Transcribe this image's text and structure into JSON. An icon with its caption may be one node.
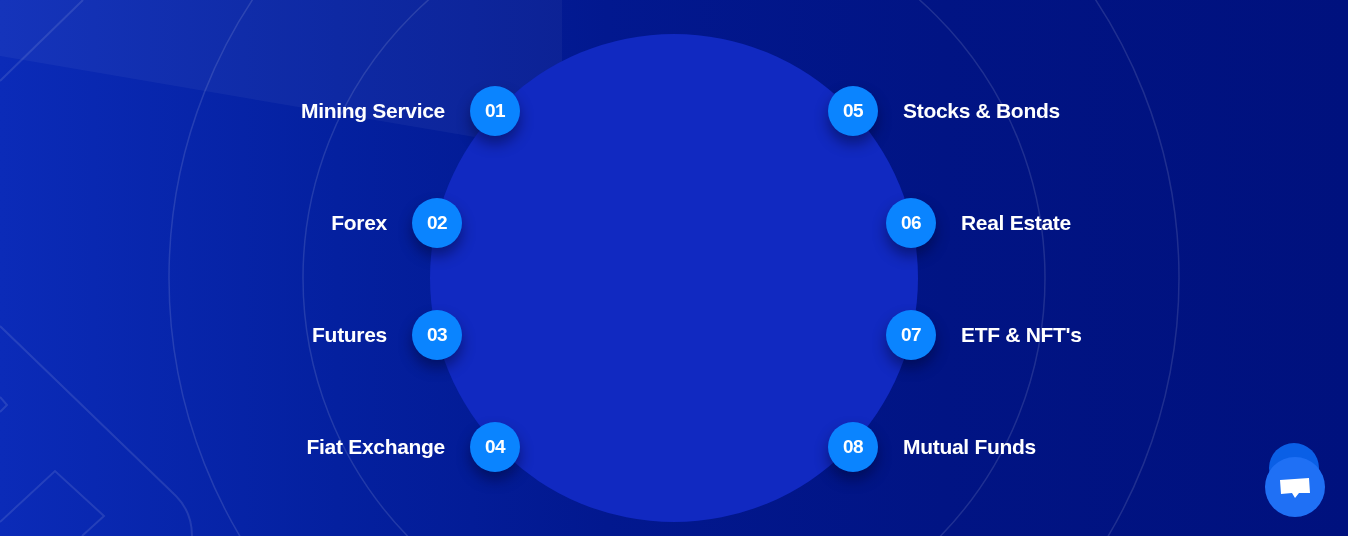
{
  "diagram": {
    "nodes": [
      {
        "text": [
          "01"
        ],
        "beside": [
          "Mining Service"
        ]
      },
      {
        "text": [
          "02"
        ],
        "beside": [
          "Forex"
        ]
      },
      {
        "text": [
          "03"
        ],
        "beside": [
          "Futures"
        ]
      },
      {
        "text": [
          "04"
        ],
        "beside": [
          "Fiat Exchange"
        ]
      },
      {
        "text": [
          "05"
        ],
        "beside": [
          "Stocks & Bonds"
        ]
      },
      {
        "text": [
          "06"
        ],
        "beside": [
          "Real Estate"
        ]
      },
      {
        "text": [
          "07"
        ],
        "beside": [
          "ETF & NFT's"
        ]
      },
      {
        "text": [
          "08"
        ],
        "beside": [
          "Mutual Funds"
        ]
      }
    ]
  }
}
